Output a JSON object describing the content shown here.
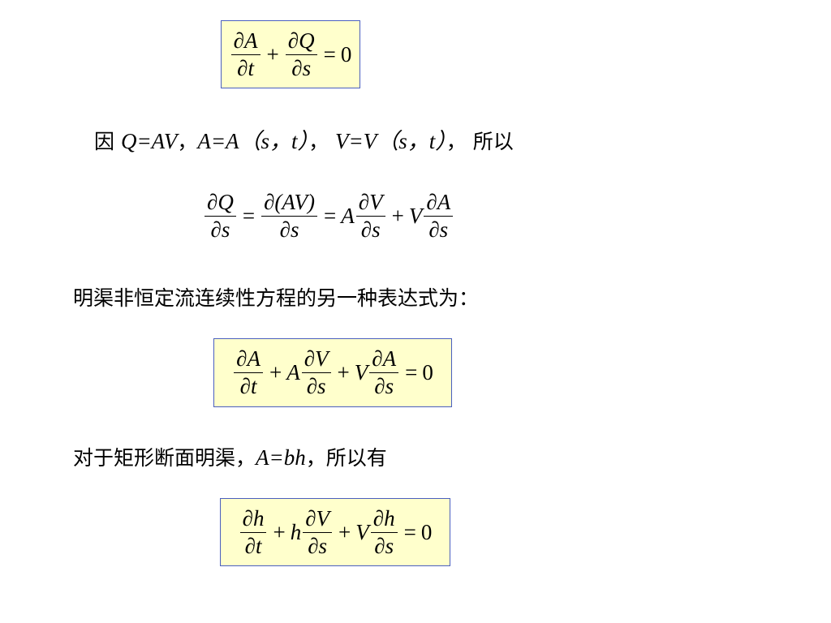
{
  "eq1": {
    "f1_num": "∂A",
    "f1_den": "∂t",
    "plus": "+",
    "f2_num": "∂Q",
    "f2_den": "∂s",
    "eq": "=",
    "rhs": "0"
  },
  "line1": {
    "prefix": "因 ",
    "part1": "Q=AV",
    "sep1": "，",
    "part2": "A=A",
    "paren1": "（s，t）",
    "sep2": "， ",
    "part3": "V=V",
    "paren2": "（s，t）",
    "suffix": "， 所以"
  },
  "eq2": {
    "f1_num": "∂Q",
    "f1_den": "∂s",
    "eq1": "=",
    "f2_num": "∂(AV)",
    "f2_den": "∂s",
    "eq2": "=",
    "coef1": "A",
    "f3_num": "∂V",
    "f3_den": "∂s",
    "plus": "+",
    "coef2": "V",
    "f4_num": "∂A",
    "f4_den": "∂s"
  },
  "line2": {
    "text": "明渠非恒定流连续性方程的另一种表达式为："
  },
  "eq3": {
    "f1_num": "∂A",
    "f1_den": "∂t",
    "plus1": "+",
    "coef1": "A",
    "f2_num": "∂V",
    "f2_den": "∂s",
    "plus2": "+",
    "coef2": "V",
    "f3_num": "∂A",
    "f3_den": "∂s",
    "eq": "=",
    "rhs": "0"
  },
  "line3": {
    "prefix": "对于矩形断面明渠，",
    "formula": "A=bh",
    "suffix": "，所以有"
  },
  "eq4": {
    "f1_num": "∂h",
    "f1_den": "∂t",
    "plus1": "+",
    "coef1": "h",
    "f2_num": "∂V",
    "f2_den": "∂s",
    "plus2": "+",
    "coef2": "V",
    "f3_num": "∂h",
    "f3_den": "∂s",
    "eq": "=",
    "rhs": "0"
  }
}
